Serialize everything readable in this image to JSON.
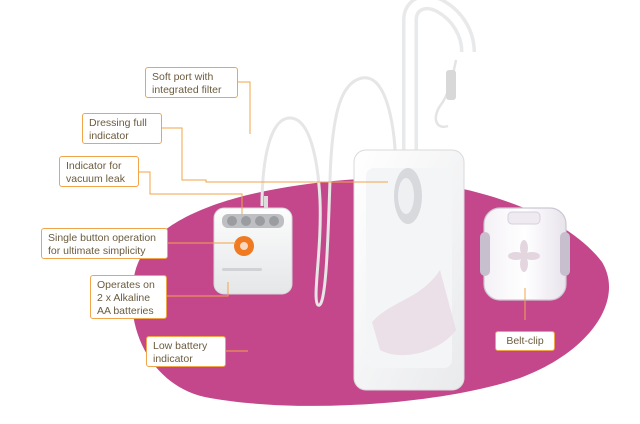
{
  "callouts": {
    "soft_port": "Soft port with\nintegrated filter",
    "dressing_full": "Dressing full\nindicator",
    "vacuum_leak": "Indicator for\nvacuum leak",
    "single_button": "Single button operation\nfor ultimate simplicity",
    "batteries": "Operates on\n2 x Alkaline\nAA batteries",
    "low_battery": "Low battery\nindicator",
    "belt_clip": "Belt-clip"
  },
  "colors": {
    "blob": "#c4478c",
    "callout_border": "#f0a54a",
    "leader_line": "#f0a54a",
    "button": "#f07a22",
    "callout_text": "#6b5b3e"
  }
}
